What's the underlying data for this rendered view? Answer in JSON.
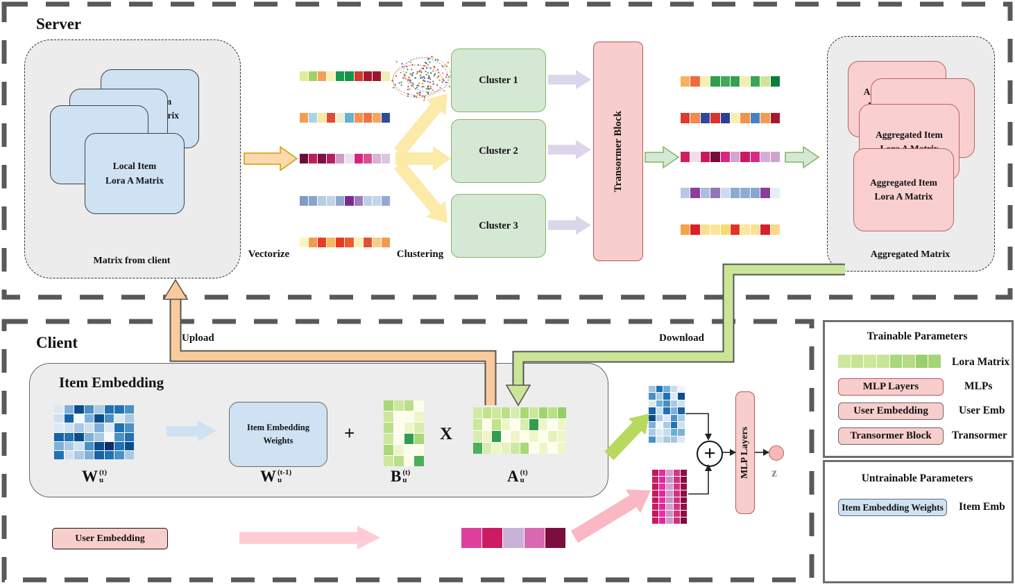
{
  "titles": {
    "server": "Server",
    "client": "Client"
  },
  "server": {
    "matrix_from_client": {
      "card_line1": "Local Item",
      "card_line2": "Lora A Matrix",
      "caption": "Matrix from client"
    },
    "vectorize_label": "Vectorize",
    "clustering_label": "Clustering",
    "clusters": [
      {
        "label": "Cluster 1"
      },
      {
        "label": "Cluster 2"
      },
      {
        "label": "Cluster 3"
      }
    ],
    "transformer_label": "Transormer Block",
    "aggregated": {
      "card_line1": "Aggregated Item",
      "card_line2": "Lora A Matrix",
      "caption": "Aggregated Matrix"
    },
    "input_strips": [
      [
        "#e3eb9a",
        "#a5cf63",
        "#f2a05b",
        "#f7f3b5",
        "#169a4d",
        "#14934a",
        "#cf3b2f",
        "#a5182e",
        "#9c1430",
        "#f2edb0"
      ],
      [
        "#f49d52",
        "#a8d4e8",
        "#f7e9a0",
        "#e04b36",
        "#e8f0cf",
        "#6baed1",
        "#f59350",
        "#ef7246",
        "#f5a55e",
        "#2c4d9e"
      ],
      [
        "#6d0f33",
        "#c21d59",
        "#7c1040",
        "#b51f63",
        "#cf9cc4",
        "#ece3ee",
        "#d62580",
        "#d94f94",
        "#d8b3d3",
        "#dcc6de"
      ],
      [
        "#7d9cc8",
        "#8ba3cc",
        "#b8cbe3",
        "#c3d2e8",
        "#8fa6cf",
        "#7a2a8c",
        "#9d7bb8",
        "#bccfe6",
        "#c6d4ea",
        "#92aad1"
      ],
      [
        "#fdf4c1",
        "#f59c4a",
        "#ea3b28",
        "#f6b95c",
        "#e8391f",
        "#ef5a2e",
        "#fcf0b8",
        "#ea4c2e",
        "#f8cd86",
        "#f09c4e"
      ]
    ],
    "output_strips": [
      [
        "#f7b05f",
        "#ee6b3e",
        "#f5f0b0",
        "#2f9e4f",
        "#43a85c",
        "#35a055",
        "#f3eeab",
        "#3aa458",
        "#d1e39a",
        "#0b7e3e"
      ],
      [
        "#dc3b2d",
        "#f08a4e",
        "#31479e",
        "#d8352b",
        "#2c3f96",
        "#faeeb2",
        "#f0924c",
        "#4a7fc1",
        "#f29b55",
        "#a5182e"
      ],
      [
        "#ce1f5e",
        "#f2dde9",
        "#cc175f",
        "#750d3c",
        "#d9257f",
        "#d3a6cf",
        "#c91a62",
        "#dc2a84",
        "#d5aed6",
        "#cfa3cd"
      ],
      [
        "#b5c8e4",
        "#8c3d9e",
        "#a9c0de",
        "#8f7ab8",
        "#cddbee",
        "#8ea8d2",
        "#93abd4",
        "#8aa5d0",
        "#8a3d9b",
        "#e8eef7"
      ],
      [
        "#f7a345",
        "#dc1f2a",
        "#fbe08b",
        "#fbe59a",
        "#f9d96e",
        "#e33225",
        "#fce79c",
        "#fbe293",
        "#d8202c",
        "#fad98a"
      ]
    ],
    "scatter": {
      "dot_colors": [
        "#e8770e",
        "#4060c8",
        "#2e9e4f",
        "#d62728"
      ],
      "ellipse_colors": [
        "#e8a33d",
        "#5b6fd4",
        "#d45b5b"
      ],
      "dot_count": 150
    }
  },
  "client": {
    "upload_label": "Upload",
    "download_label": "Download",
    "item_embedding_heading": "Item Embedding",
    "weights_box_line1": "Item Embedding",
    "weights_box_line2": "Weights",
    "plus_operator": "+",
    "times_operator": "X",
    "sum_operator": "+",
    "z_label": "z",
    "mlp_label": "MLP Layers",
    "user_embedding_box": "User Embedding",
    "math": {
      "w": {
        "sym": "W",
        "sup": "(t)",
        "sub": "u"
      },
      "wprev": {
        "sym": "W",
        "sup": "(t-1)",
        "sub": "u"
      },
      "b": {
        "sym": "B",
        "sup": "(t)",
        "sub": "u"
      },
      "a": {
        "sym": "A",
        "sup": "(t)",
        "sub": "u"
      }
    },
    "w_matrix": [
      [
        "#dce9f5",
        "#7fb0d8",
        "#0b4d8c",
        "#4a90c4",
        "#a9c9e4",
        "#2171b5",
        "#2171b5",
        "#4a90c4"
      ],
      [
        "#cfe0ef",
        "#1663a5",
        "#f3f8fc",
        "#7fb0d8",
        "#0b4d8c",
        "#4a90c4",
        "#dce9f5",
        "#a9c9e4"
      ],
      [
        "#dce9f5",
        "#cfe0ef",
        "#a9c9e4",
        "#cfe0ef",
        "#7fb0d8",
        "#dce9f5",
        "#2171b5",
        "#4a90c4"
      ],
      [
        "#1663a5",
        "#2171b5",
        "#0b4d8c",
        "#7fb0d8",
        "#a9c9e4",
        "#f3f8fc",
        "#4a90c4",
        "#2171b5"
      ],
      [
        "#7fb0d8",
        "#a9c9e4",
        "#cfe0ef",
        "#4a90c4",
        "#0b4d8c",
        "#08306b",
        "#2171b5",
        "#0b4d8c"
      ],
      [
        "#2171b5",
        "#cfe0ef",
        "#a9c9e4",
        "#7fb0d8",
        "#1663a5",
        "#2171b5",
        "#4a90c4",
        "#a9c9e4"
      ]
    ],
    "b_matrix": [
      [
        "#a8d878",
        "#cde79c",
        "#b9df8a",
        "#fdfdea"
      ],
      [
        "#cde79c",
        "#fdfdea",
        "#fdfdea",
        "#eef6c8"
      ],
      [
        "#b9df8a",
        "#fdfdea",
        "#eef6c8",
        "#d9ecb0"
      ],
      [
        "#cde79c",
        "#fdfdea",
        "#2e9e4f",
        "#a8d878"
      ],
      [
        "#a8d878",
        "#eef6c8",
        "#fdfdea",
        "#fdfdea"
      ],
      [
        "#cde79c",
        "#b9df8a",
        "#fdfdea",
        "#4daf5b"
      ]
    ],
    "a_matrix": [
      [
        "#d3eaa0",
        "#c2e28c",
        "#cde79c",
        "#b9df8a",
        "#d9ecb0",
        "#a8d878",
        "#cde79c",
        "#9fd46e",
        "#b9df8a",
        "#95cf68"
      ],
      [
        "#cde79c",
        "#fdfdea",
        "#c2e28c",
        "#eef6c8",
        "#fdfdea",
        "#d9ecb0",
        "#2e9e4f",
        "#eef6c8",
        "#fdfdea",
        "#eef6c8"
      ],
      [
        "#d9ecb0",
        "#eef6c8",
        "#2e9e4f",
        "#fdfdea",
        "#eef6c8",
        "#fdfdea",
        "#eef6c8",
        "#fdfdea",
        "#e4f2bd",
        "#eef6c8"
      ],
      [
        "#4daf5b",
        "#d9ecb0",
        "#eef6c8",
        "#e4f2bd",
        "#cde79c",
        "#a8d878",
        "#fdfdea",
        "#eef6c8",
        "#fdfdea",
        "#eef6c8"
      ]
    ],
    "item_output_matrix": [
      [
        "#9ec6e0",
        "#2171b5",
        "#6baed6",
        "#c6dbef",
        "#eef5fb"
      ],
      [
        "#4a90c4",
        "#a9c9e4",
        "#2171b5",
        "#dce9f5",
        "#0b4d8c"
      ],
      [
        "#dce9f5",
        "#6baed6",
        "#4a90c4",
        "#a9c9e4",
        "#cfe0ef"
      ],
      [
        "#1663a5",
        "#c6dbef",
        "#2171b5",
        "#7fb0d8",
        "#1663a5"
      ],
      [
        "#0b4d8c",
        "#a9c9e4",
        "#dce9f5",
        "#4a90c4",
        "#a9c9e4"
      ],
      [
        "#7fb0d8",
        "#eef5fb",
        "#a9c9e4",
        "#2171b5",
        "#cfe0ef"
      ],
      [
        "#a9c9e4",
        "#dce9f5",
        "#c6dbef",
        "#6baed6",
        "#7fb0d8"
      ],
      [
        "#4a90c4",
        "#cfe0ef",
        "#a9c9e4",
        "#9ec6e0",
        "#dce9f5"
      ]
    ],
    "user_output_matrix": [
      [
        "#c2185b",
        "#e82a9e",
        "#d0a0cd",
        "#d63384",
        "#8e0f45"
      ],
      [
        "#cb1d64",
        "#e3279b",
        "#c795c5",
        "#cf2f7e",
        "#860d41"
      ],
      [
        "#c2185b",
        "#ec2ea4",
        "#d0a0cd",
        "#d63384",
        "#930f48"
      ],
      [
        "#c91a60",
        "#e3279b",
        "#cb9bc9",
        "#d4317f",
        "#8e0f45"
      ],
      [
        "#c2185b",
        "#e82a9e",
        "#c795c5",
        "#cf2f7e",
        "#860d41"
      ],
      [
        "#cb1d64",
        "#e3279b",
        "#d0a0cd",
        "#d63384",
        "#930f48"
      ],
      [
        "#c2185b",
        "#ec2ea4",
        "#c795c5",
        "#d4317f",
        "#8e0f45"
      ],
      [
        "#c91a60",
        "#e3279b",
        "#cb9bc9",
        "#cf2f7e",
        "#7c0d3f"
      ]
    ],
    "user_strip": [
      "#de3f9b",
      "#cc1a63",
      "#c9b2d8",
      "#d869af",
      "#7c0d3f"
    ]
  },
  "legend": {
    "trainable_title": "Trainable Parameters",
    "untrainable_title": "Untrainable Parameters",
    "lora_strip": [
      "#cde79c",
      "#c6e492",
      "#cde79c",
      "#c9e596",
      "#a8d878",
      "#b5dc82",
      "#98d06c",
      "#a4d577"
    ],
    "lora_label": "Lora Matrix",
    "mlp_chip": "MLP  Layers",
    "mlp_label": "MLPs",
    "user_chip": "User Embedding",
    "user_label": "User Emb",
    "transformer_chip": "Transormer Block",
    "transformer_label": "Transormer",
    "item_chip": "Item Embedding Weights",
    "item_label": "Item Emb"
  },
  "colors": {
    "frame_dash": "#595959",
    "container_fill": "#ececec",
    "blue_card": "#cfe2f3",
    "pink_card": "#f9cfcf",
    "cluster_fill": "#d5e8d4",
    "cluster_border": "#82b366",
    "transformer_fill": "#f8cecc",
    "transformer_border": "#b85450",
    "upload_arrow": "#f9cb9c",
    "download_arrow": "#cbe596",
    "purple_arrow": "#ddd6ea",
    "yellow_arrow": "#fbe9a3",
    "pink_arrow": "#ffccd5",
    "green_branch_arrow": "#b9d85e"
  }
}
